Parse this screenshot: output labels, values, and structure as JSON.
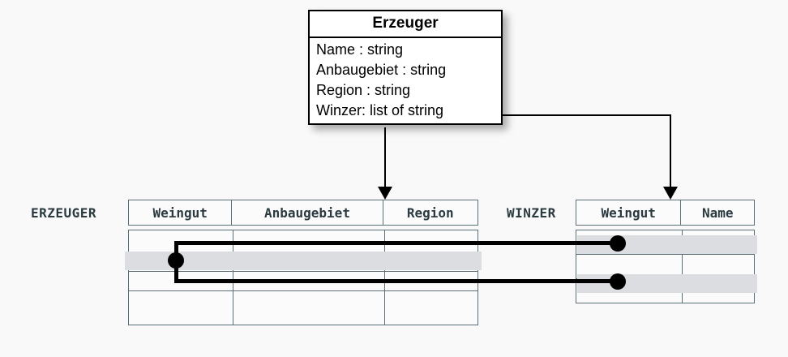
{
  "diagram": {
    "type": "uml-class-to-relational-mapping",
    "background_color": "#f9f9f9"
  },
  "uml_class": {
    "name": "Erzeuger",
    "attributes": [
      "Name : string",
      "Anbaugebiet : string",
      "Region : string",
      "Winzer: list of string"
    ],
    "border_color": "#000000",
    "fill_color": "#ffffff"
  },
  "tables": [
    {
      "label": "ERZEUGER",
      "columns": [
        "Weingut",
        "Anbaugebiet",
        "Region"
      ],
      "body_row_count": 4,
      "highlighted_rows": [
        2
      ]
    },
    {
      "label": "WINZER",
      "columns": [
        "Weingut",
        "Name"
      ],
      "body_row_count": 3,
      "highlighted_rows": [
        1,
        3
      ]
    }
  ],
  "connectors": {
    "class_to_erzeuger": "arrow",
    "winzer_attr_to_winzer_table": "arrow",
    "row_links": 2
  },
  "colors": {
    "table_border": "#5a6f77",
    "header_text": "#2b3a41",
    "highlight_band": "#dcdde1",
    "connector": "#000000"
  }
}
